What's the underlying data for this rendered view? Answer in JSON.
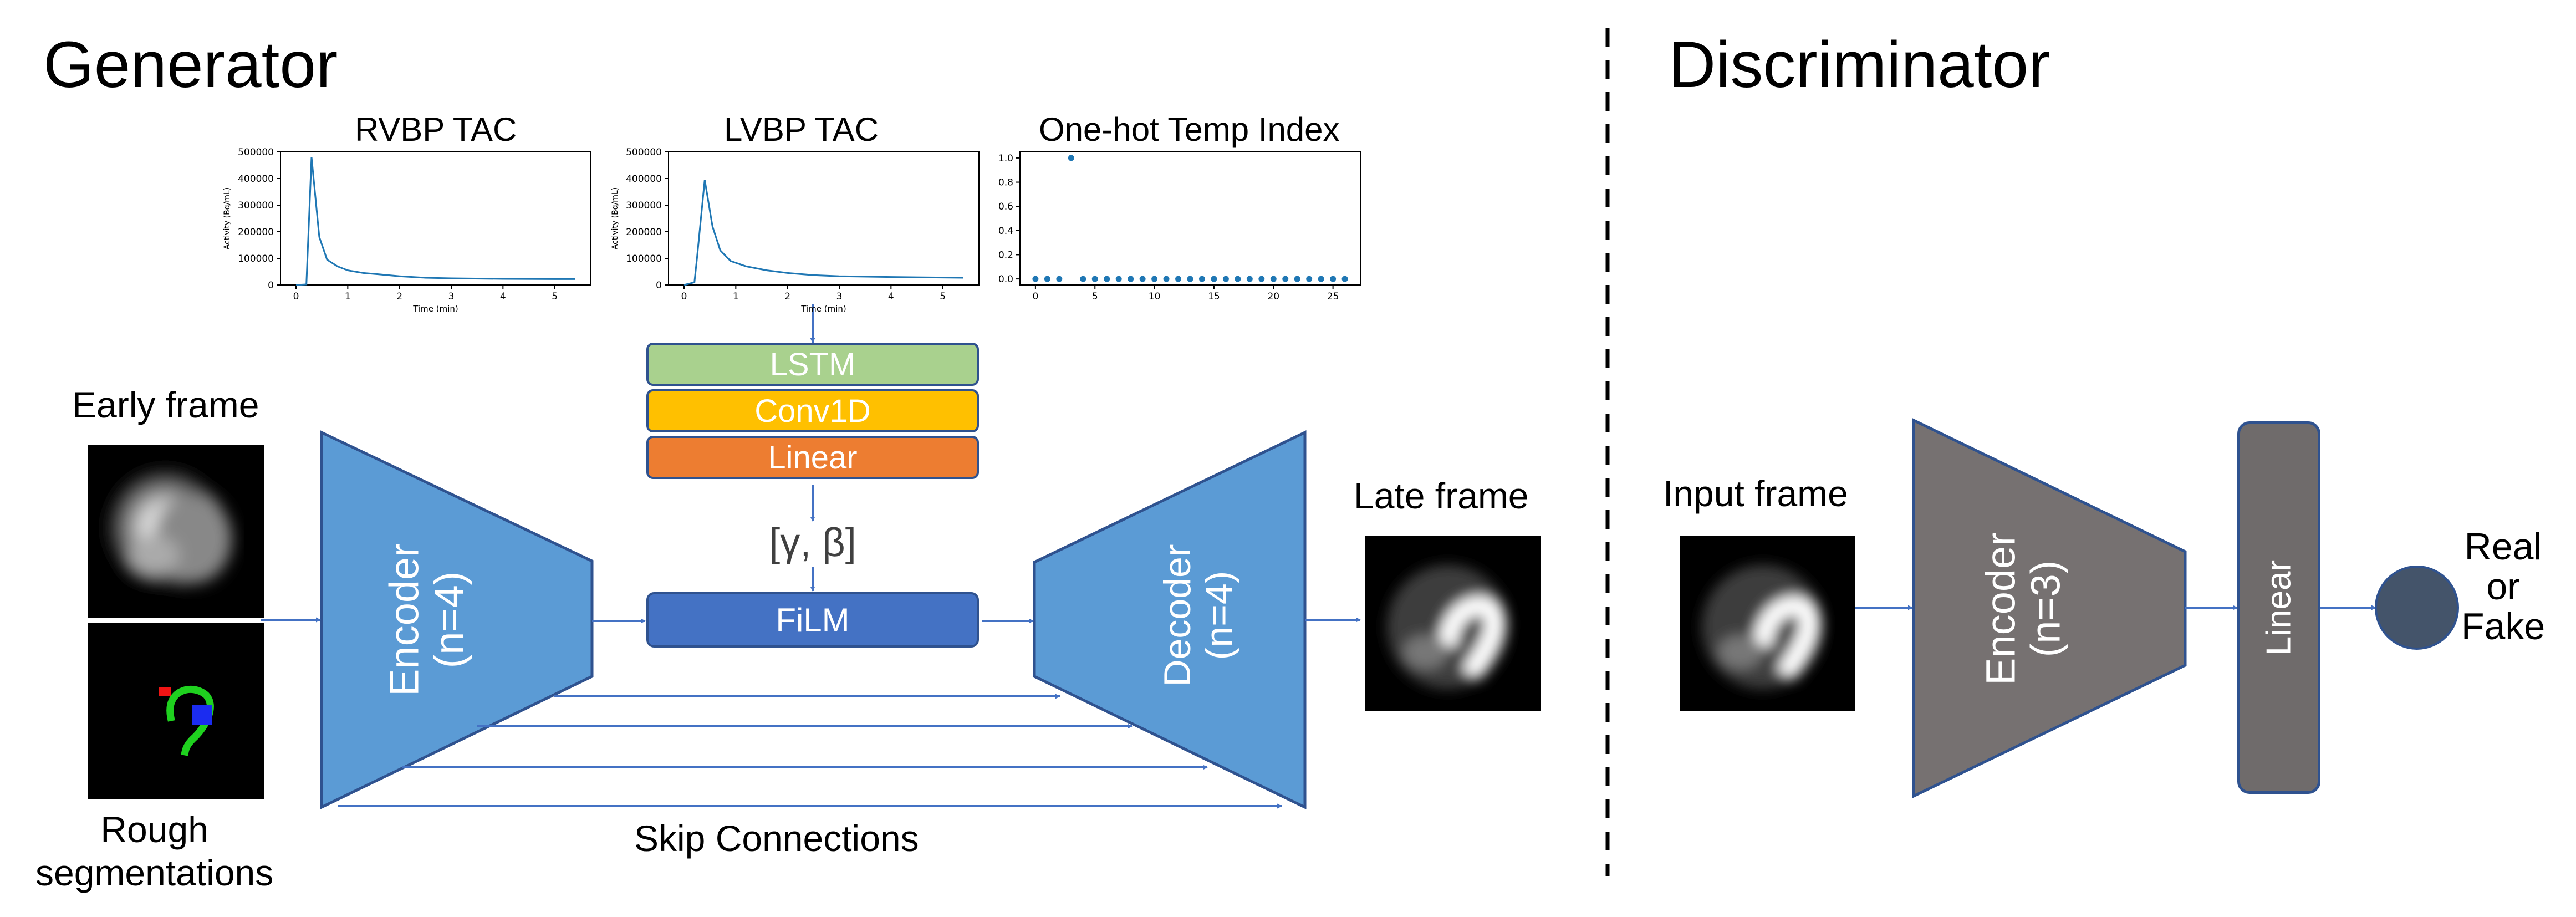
{
  "generator": {
    "title": "Generator",
    "early_frame_label": "Early frame",
    "rough_seg_label": [
      "Rough",
      "segmentations"
    ],
    "late_frame_label": "Late frame",
    "encoder_label": [
      "Encoder",
      "(n=4)"
    ],
    "decoder_label": [
      "Decoder",
      "(n=4)"
    ],
    "film_label": "FiLM",
    "film_params": "[γ, β]",
    "skip_label": "Skip Connections",
    "layers": [
      "LSTM",
      "Conv1D",
      "Linear"
    ]
  },
  "discriminator": {
    "title": "Discriminator",
    "input_frame_label": "Input frame",
    "encoder_label": [
      "Encoder",
      "(n=3)"
    ],
    "linear_label": "Linear",
    "output_label": [
      "Real",
      "or",
      "Fake"
    ]
  },
  "colors": {
    "encoder_blue": "#5b9bd5",
    "film_blue": "#4472c4",
    "lstm_green": "#a9d18e",
    "conv_yellow": "#ffc000",
    "linear_orange": "#ed7d31",
    "disc_gray": "#767171",
    "disc_linear_gray": "#6f6b6b",
    "output_circle": "#44546a",
    "plot_line": "#1f77b4"
  },
  "chart_data": [
    {
      "type": "line",
      "title": "RVBP TAC",
      "xlabel": "Time (min)",
      "ylabel": "Activity (Bq/mL)",
      "x": [
        0,
        0.2,
        0.3,
        0.45,
        0.6,
        0.8,
        1.0,
        1.3,
        1.6,
        2.0,
        2.5,
        3.0,
        4.0,
        5.0,
        5.4
      ],
      "values": [
        0,
        2000,
        480000,
        180000,
        95000,
        70000,
        55000,
        45000,
        40000,
        33000,
        27000,
        25000,
        23000,
        22000,
        22000
      ],
      "xlim": [
        -0.3,
        5.7
      ],
      "ylim": [
        0,
        500000
      ],
      "xticks": [
        0,
        1,
        2,
        3,
        4,
        5
      ],
      "yticks": [
        0,
        100000,
        200000,
        300000,
        400000,
        500000
      ]
    },
    {
      "type": "line",
      "title": "LVBP TAC",
      "xlabel": "Time (min)",
      "ylabel": "Activity (Bq/mL)",
      "x": [
        0,
        0.2,
        0.25,
        0.4,
        0.55,
        0.7,
        0.9,
        1.2,
        1.6,
        2.0,
        2.5,
        3.0,
        4.0,
        5.0,
        5.4
      ],
      "values": [
        0,
        10000,
        100000,
        395000,
        220000,
        130000,
        90000,
        70000,
        55000,
        45000,
        37000,
        33000,
        30000,
        28000,
        27000
      ],
      "xlim": [
        -0.3,
        5.7
      ],
      "ylim": [
        0,
        500000
      ],
      "xticks": [
        0,
        1,
        2,
        3,
        4,
        5
      ],
      "yticks": [
        0,
        100000,
        200000,
        300000,
        400000,
        500000
      ]
    },
    {
      "type": "scatter",
      "title": "One-hot Temp Index",
      "x": [
        0,
        1,
        2,
        3,
        4,
        5,
        6,
        7,
        8,
        9,
        10,
        11,
        12,
        13,
        14,
        15,
        16,
        17,
        18,
        19,
        20,
        21,
        22,
        23,
        24,
        25,
        26
      ],
      "values": [
        0,
        0,
        0,
        1,
        0,
        0,
        0,
        0,
        0,
        0,
        0,
        0,
        0,
        0,
        0,
        0,
        0,
        0,
        0,
        0,
        0,
        0,
        0,
        0,
        0,
        0,
        0
      ],
      "xlim": [
        -1.3,
        27.3
      ],
      "ylim": [
        -0.05,
        1.05
      ],
      "xticks": [
        0,
        5,
        10,
        15,
        20,
        25
      ],
      "yticks": [
        0.0,
        0.2,
        0.4,
        0.6,
        0.8,
        1.0
      ]
    }
  ]
}
